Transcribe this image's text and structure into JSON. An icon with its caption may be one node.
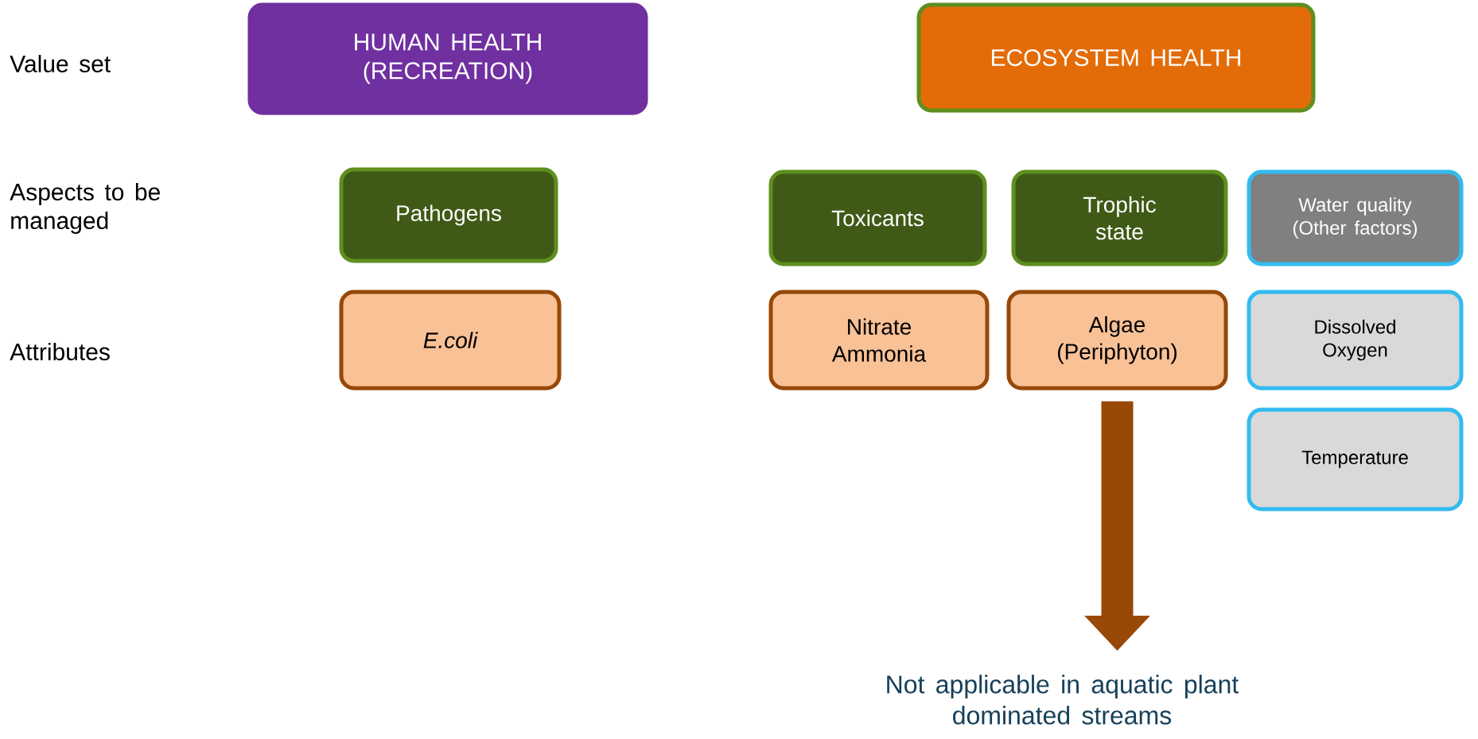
{
  "diagram": {
    "nodes": [
      {
        "text": [
          "HUMAN HEALTH (RECREATION)"
        ]
      },
      {
        "text": [
          "ECOSYSTEM HEALTH"
        ]
      },
      {
        "text": [
          "Pathogens"
        ]
      },
      {
        "text": [
          "Toxicants"
        ]
      },
      {
        "text": [
          "Trophic state"
        ]
      },
      {
        "text": [
          "Water quality (Other factors)"
        ]
      },
      {
        "text": [
          "E.coli"
        ]
      },
      {
        "text": [
          "Nitrate Ammonia"
        ]
      },
      {
        "text": [
          "Algae (Periphyton)"
        ]
      },
      {
        "text": [
          "Dissolved Oxygen"
        ]
      },
      {
        "text": [
          "Temperature"
        ]
      },
      {
        "text": [
          "Not applicable in aquatic plant dominated streams"
        ]
      }
    ],
    "edges": [
      {
        "from": 8,
        "to": 11,
        "arrow": "to"
      }
    ],
    "labels": [
      "Value set",
      "Aspects to be managed",
      "Attributes"
    ]
  }
}
